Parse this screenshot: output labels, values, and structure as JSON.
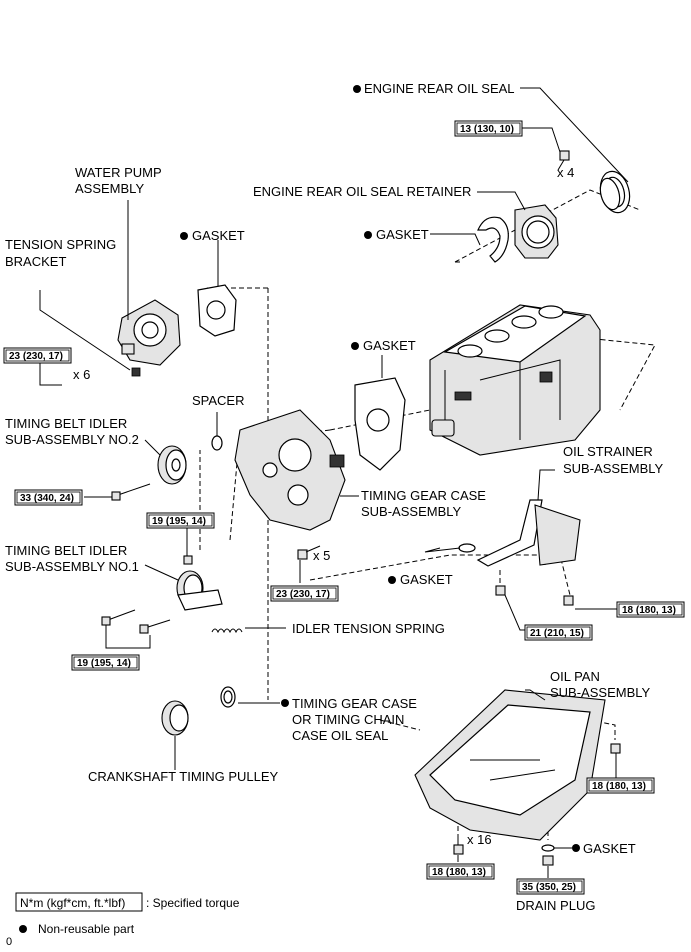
{
  "labels": {
    "engine_rear_oil_seal": "ENGINE REAR OIL SEAL",
    "engine_rear_oil_seal_retainer": "ENGINE REAR OIL SEAL RETAINER",
    "water_pump_1": "WATER PUMP",
    "water_pump_2": "ASSEMBLY",
    "tension_spring_bracket_1": "TENSION SPRING",
    "tension_spring_bracket_2": "BRACKET",
    "gasket_water_pump": "GASKET",
    "gasket_retainer": "GASKET",
    "gasket_case": "GASKET",
    "gasket_strainer": "GASKET",
    "gasket_drain": "GASKET",
    "spacer": "SPACER",
    "idler2_1": "TIMING BELT IDLER",
    "idler2_2": "SUB-ASSEMBLY NO.2",
    "idler1_1": "TIMING BELT IDLER",
    "idler1_2": "SUB-ASSEMBLY NO.1",
    "timing_gear_case_1": "TIMING GEAR CASE",
    "timing_gear_case_2": "SUB-ASSEMBLY",
    "oil_strainer_1": "OIL STRAINER",
    "oil_strainer_2": "SUB-ASSEMBLY",
    "idler_tension_spring": "IDLER TENSION SPRING",
    "case_oil_seal_1": "TIMING GEAR CASE",
    "case_oil_seal_2": "OR TIMING CHAIN",
    "case_oil_seal_3": "CASE OIL SEAL",
    "crankshaft_pulley": "CRANKSHAFT TIMING PULLEY",
    "oil_pan_1": "OIL PAN",
    "oil_pan_2": "SUB-ASSEMBLY",
    "drain_plug": "DRAIN PLUG"
  },
  "quantities": {
    "x4": "x 4",
    "x6": "x 6",
    "x5": "x 5",
    "x16": "x 16"
  },
  "torques": {
    "retainer_bolt": "13 (130, 10)",
    "water_pump_bolt": "23 (230, 17)",
    "idler2_bolt": "33 (340, 24)",
    "idler1_bolt_top": "19 (195, 14)",
    "idler1_bolt_bottom": "19 (195, 14)",
    "case_bolt": "23 (230, 17)",
    "strainer_nut": "21 (210, 15)",
    "strainer_bolt": "18 (180, 13)",
    "oil_pan_nut": "18 (180, 13)",
    "oil_pan_bolt": "18 (180, 13)",
    "drain_plug": "35 (350, 25)"
  },
  "legend": {
    "torque_units": "N*m (kgf*cm, ft.*lbf)",
    "torque_desc": ": Specified torque",
    "nonreusable": "Non-reusable part"
  },
  "figure_code": "0"
}
